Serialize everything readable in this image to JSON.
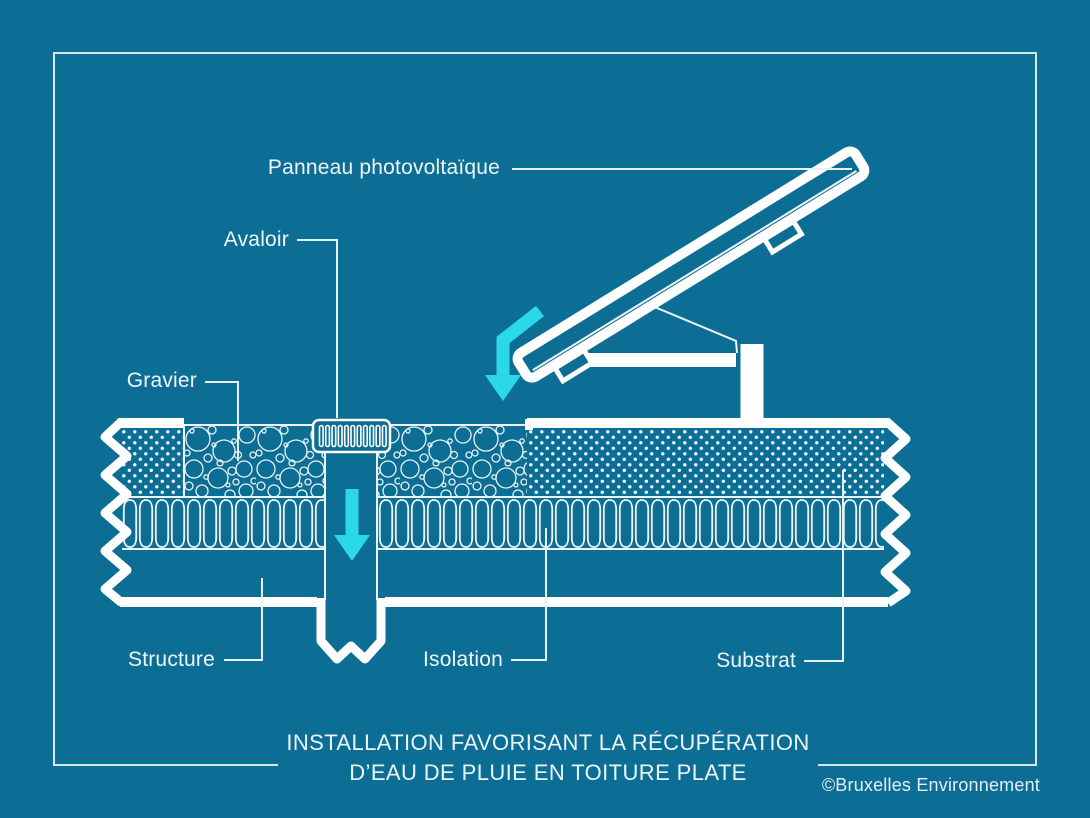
{
  "colors": {
    "background": "#0C6E94",
    "drawing_white": "#FFFFFF",
    "thin_line": "#EDF5F9",
    "frame": "#D6E7F0",
    "accent_cyan": "#2BD8EA"
  },
  "labels": {
    "panel": "Panneau photovoltaïque",
    "drain": "Avaloir",
    "gravel": "Gravier",
    "structure": "Structure",
    "insulation": "Isolation",
    "substrate": "Substrat"
  },
  "title": {
    "line1": "INSTALLATION FAVORISANT LA RÉCUPÉRATION",
    "line2": "D’EAU DE PLUIE EN TOITURE PLATE"
  },
  "credit": "©Bruxelles Environnement"
}
